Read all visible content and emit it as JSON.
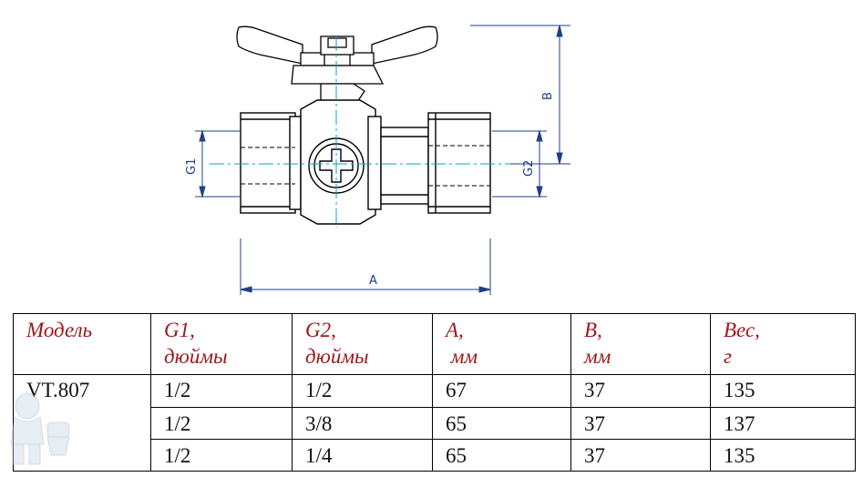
{
  "drawing": {
    "dimension_labels": {
      "a": "A",
      "b": "B",
      "g1": "G1",
      "g2": "G2"
    }
  },
  "table": {
    "headers": [
      [
        "Модель",
        ""
      ],
      [
        "G1,",
        "дюймы"
      ],
      [
        "G2,",
        "дюймы"
      ],
      [
        "A,",
        " мм"
      ],
      [
        "B,",
        "мм"
      ],
      [
        "Вес,",
        "г"
      ]
    ],
    "model": "VT.807",
    "rows": [
      [
        "1/2",
        "1/2",
        "67",
        "37",
        "135"
      ],
      [
        "1/2",
        "3/8",
        "65",
        "37",
        "137"
      ],
      [
        "1/2",
        "1/4",
        "65",
        "37",
        "135"
      ]
    ]
  },
  "colors": {
    "header_text": "#a0171c",
    "dimension_lines": "#1f3f86",
    "centerline": "#00a6c8"
  },
  "icons": {
    "watermark": "plumber-mascot-icon"
  }
}
